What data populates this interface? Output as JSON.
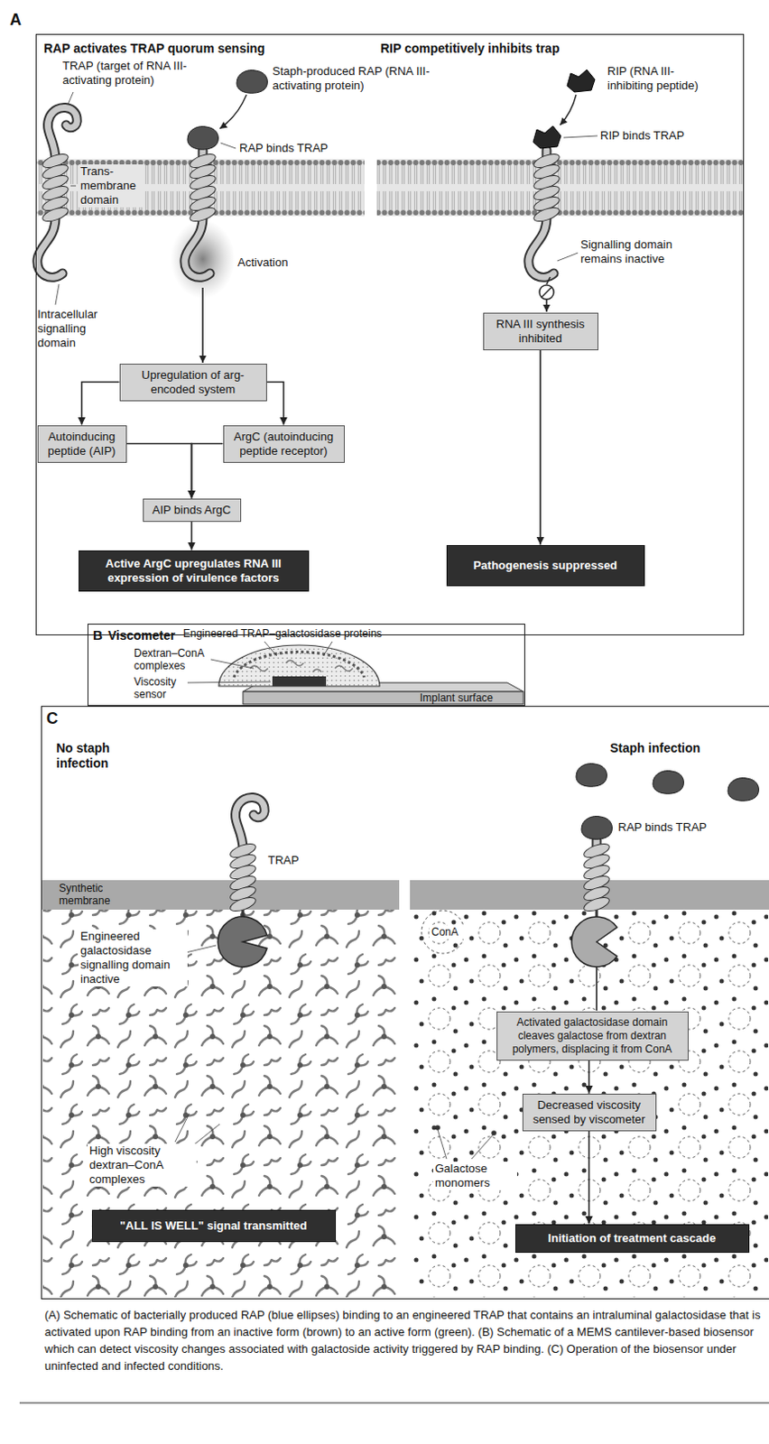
{
  "diagram": {
    "caption": "(A) Schematic of bacterially produced RAP (blue ellipses) binding to an engineered TRAP that contains an intraluminal galactosidase that is activated upon RAP binding from an inactive form (brown) to an active form (green). (B) Schematic of a MEMS cantilever-based biosensor which can detect viscosity changes associated with galactoside activity triggered by RAP binding. (C) Operation of the biosensor under uninfected and infected conditions.",
    "nodes": [
      {
        "text": [
          "A",
          "RAP activates TRAP quorum sensing",
          "RIP competitively inhibits trap"
        ]
      },
      {
        "text": [
          "Upregulation of arg-encoded system"
        ],
        "in": 0
      },
      {
        "text": [
          "Autoinducing peptide (AIP)"
        ],
        "in": 0
      },
      {
        "text": [
          "ArgC (autoinducing peptide receptor)"
        ],
        "in": 0
      },
      {
        "text": [
          "AIP binds ArgC"
        ],
        "in": 0
      },
      {
        "text": [
          "Active ArgC upregulates RNA III expression of virulence factors"
        ],
        "in": 0
      },
      {
        "text": [
          "RNA III synthesis inhibited"
        ],
        "in": 0
      },
      {
        "text": [
          "Pathogenesis suppressed"
        ],
        "in": 0
      },
      {
        "text": [
          "B",
          "Viscometer"
        ]
      },
      {
        "text": [
          "C",
          "No staph infection",
          "Staph infection"
        ]
      },
      {
        "text": [
          "\"ALL IS WELL\" signal transmitted"
        ],
        "in": 9
      },
      {
        "text": [
          "Activated galactosidase domain cleaves galactose from dextran polymers, displacing it from ConA"
        ],
        "in": 9
      },
      {
        "text": [
          "Decreased viscosity sensed by viscometer"
        ],
        "in": 9
      },
      {
        "text": [
          "Initiation of treatment cascade"
        ],
        "in": 9
      }
    ],
    "edges": [
      {
        "from": 1,
        "to": 2,
        "arrow": "to"
      },
      {
        "from": 1,
        "to": 3,
        "arrow": "to"
      },
      {
        "from": 2,
        "to": 4,
        "arrow": "to"
      },
      {
        "from": 3,
        "to": 4,
        "arrow": "to"
      },
      {
        "from": 4,
        "to": 5,
        "arrow": "to"
      },
      {
        "from": 6,
        "to": 7,
        "arrow": "to"
      },
      {
        "from": 11,
        "to": 12,
        "arrow": "to"
      },
      {
        "from": 12,
        "to": 13,
        "arrow": "to"
      }
    ],
    "labels": [
      "TRAP (target of RNA III-activating protein)",
      "Staph-produced RAP (RNA III-activating protein)",
      "RAP binds TRAP",
      "Trans-membrane domain",
      "Activation",
      "Intracellular signalling domain",
      "RIP (RNA III-inhibiting peptide)",
      "RIP binds TRAP",
      "Signalling domain remains inactive",
      "Engineered TRAP–galactosidase proteins",
      "Dextran–ConA complexes",
      "Viscosity sensor",
      "Implant surface",
      "TRAP",
      "RAP binds TRAP",
      "Synthetic membrane",
      "Engineered galactosidase signalling domain inactive",
      "ConA",
      "High viscosity dextran–ConA complexes",
      "Galactose monomers"
    ]
  }
}
